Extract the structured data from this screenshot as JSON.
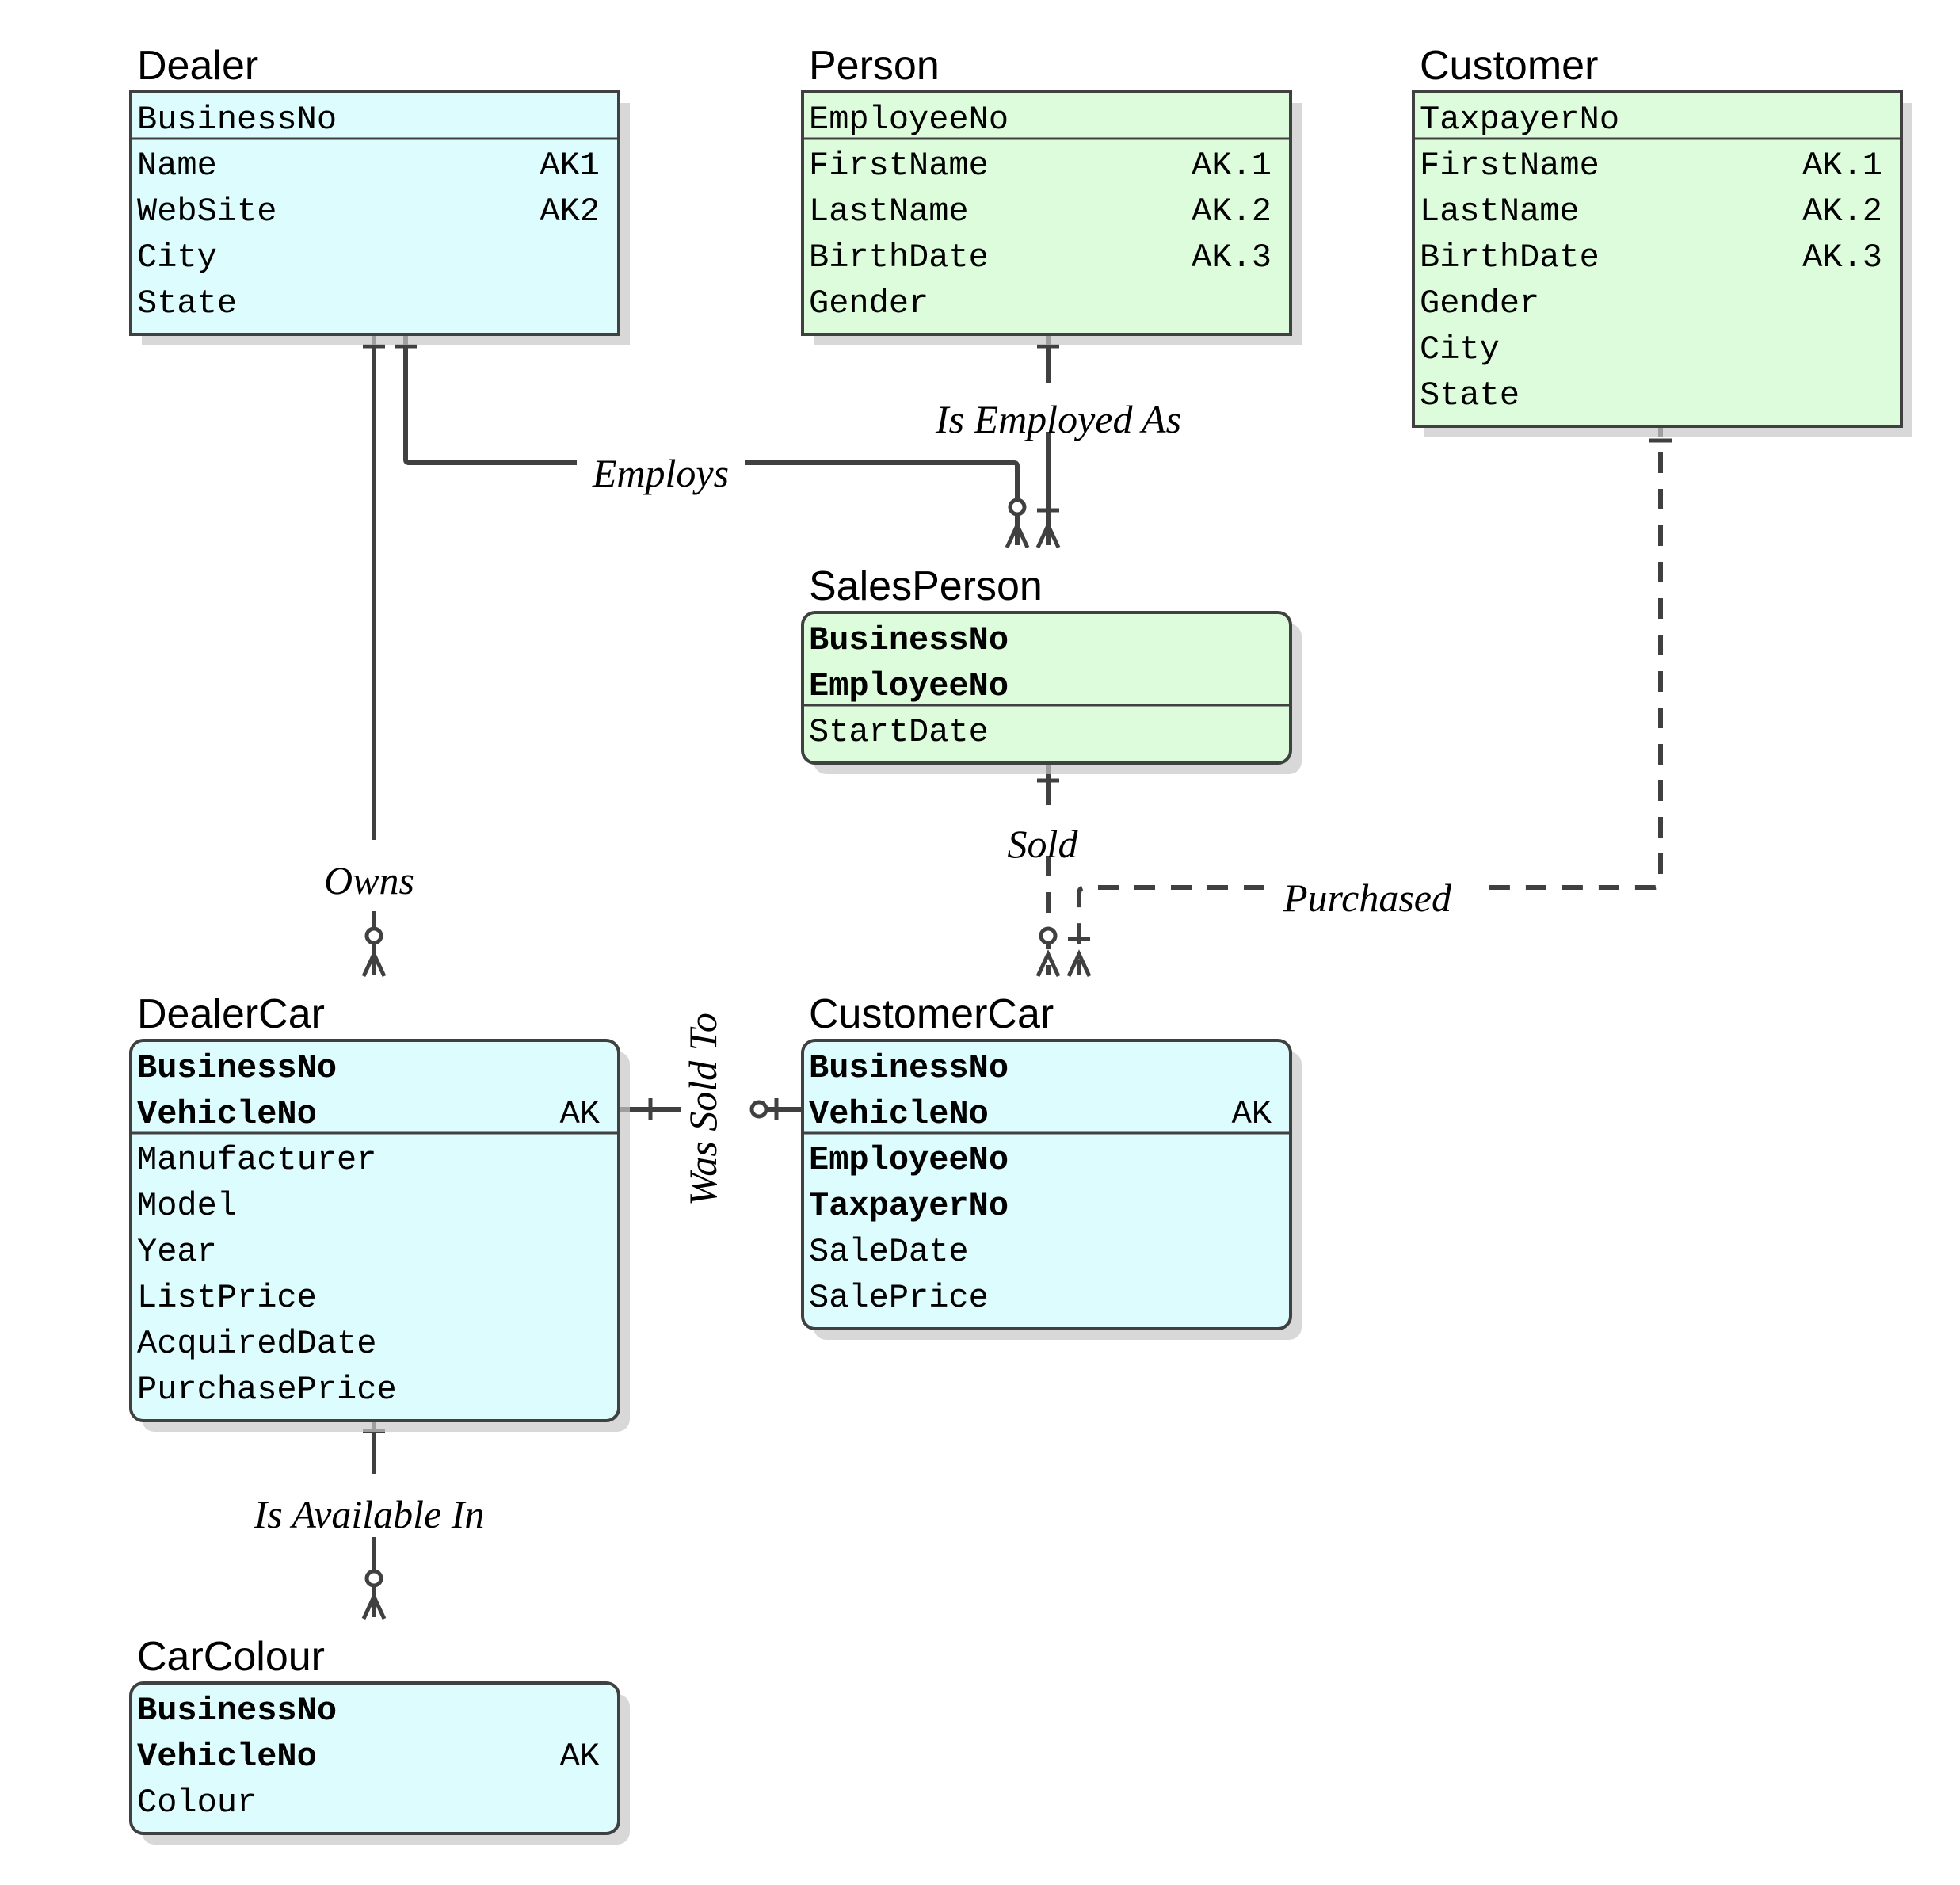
{
  "colors": {
    "blue_fill": "#dcfcfe",
    "green_fill": "#dcfcdc",
    "line": "#404040",
    "shadow": "#c8c8c8"
  },
  "entities": [
    {
      "id": "dealer",
      "name": "Dealer",
      "fill": "blue",
      "dependent": false,
      "key": [
        {
          "name": "BusinessNo",
          "tag": ""
        }
      ],
      "attrs": [
        {
          "name": "Name",
          "tag": "AK1"
        },
        {
          "name": "WebSite",
          "tag": "AK2"
        },
        {
          "name": "City",
          "tag": ""
        },
        {
          "name": "State",
          "tag": ""
        }
      ]
    },
    {
      "id": "person",
      "name": "Person",
      "fill": "green",
      "dependent": false,
      "key": [
        {
          "name": "EmployeeNo",
          "tag": ""
        }
      ],
      "attrs": [
        {
          "name": "FirstName",
          "tag": "AK.1"
        },
        {
          "name": "LastName",
          "tag": "AK.2"
        },
        {
          "name": "BirthDate",
          "tag": "AK.3"
        },
        {
          "name": "Gender",
          "tag": ""
        }
      ]
    },
    {
      "id": "customer",
      "name": "Customer",
      "fill": "green",
      "dependent": false,
      "key": [
        {
          "name": "TaxpayerNo",
          "tag": ""
        }
      ],
      "attrs": [
        {
          "name": "FirstName",
          "tag": "AK.1"
        },
        {
          "name": "LastName",
          "tag": "AK.2"
        },
        {
          "name": "BirthDate",
          "tag": "AK.3"
        },
        {
          "name": "Gender",
          "tag": ""
        },
        {
          "name": "City",
          "tag": ""
        },
        {
          "name": "State",
          "tag": ""
        }
      ]
    },
    {
      "id": "salesperson",
      "name": "SalesPerson",
      "fill": "green",
      "dependent": true,
      "key": [
        {
          "name": "BusinessNo",
          "tag": "",
          "fk": true
        },
        {
          "name": "EmployeeNo",
          "tag": "",
          "fk": true
        }
      ],
      "attrs": [
        {
          "name": "StartDate",
          "tag": ""
        }
      ]
    },
    {
      "id": "dealercar",
      "name": "DealerCar",
      "fill": "blue",
      "dependent": true,
      "key": [
        {
          "name": "BusinessNo",
          "tag": "",
          "fk": true
        },
        {
          "name": "VehicleNo",
          "tag": "AK",
          "fk": true
        }
      ],
      "attrs": [
        {
          "name": "Manufacturer",
          "tag": ""
        },
        {
          "name": "Model",
          "tag": ""
        },
        {
          "name": "Year",
          "tag": ""
        },
        {
          "name": "ListPrice",
          "tag": ""
        },
        {
          "name": "AcquiredDate",
          "tag": ""
        },
        {
          "name": "PurchasePrice",
          "tag": ""
        }
      ]
    },
    {
      "id": "customercar",
      "name": "CustomerCar",
      "fill": "blue",
      "dependent": true,
      "key": [
        {
          "name": "BusinessNo",
          "tag": "",
          "fk": true
        },
        {
          "name": "VehicleNo",
          "tag": "AK",
          "fk": true
        }
      ],
      "attrs": [
        {
          "name": "EmployeeNo",
          "tag": "",
          "fk": true
        },
        {
          "name": "TaxpayerNo",
          "tag": "",
          "fk": true
        },
        {
          "name": "SaleDate",
          "tag": ""
        },
        {
          "name": "SalePrice",
          "tag": ""
        }
      ]
    },
    {
      "id": "carcolour",
      "name": "CarColour",
      "fill": "blue",
      "dependent": true,
      "key": [
        {
          "name": "BusinessNo",
          "tag": "",
          "fk": true
        },
        {
          "name": "VehicleNo",
          "tag": "AK",
          "fk": true
        },
        {
          "name": "Colour",
          "tag": "",
          "fk": false
        }
      ],
      "attrs": []
    }
  ],
  "relationships": [
    {
      "id": "employs",
      "label": "Employs",
      "from": "dealer",
      "to": "salesperson",
      "from_end": "one",
      "to_end": "zero-or-many",
      "identifying": true
    },
    {
      "id": "is-employed-as",
      "label": "Is Employed As",
      "from": "person",
      "to": "salesperson",
      "from_end": "one",
      "to_end": "one-or-many",
      "identifying": true
    },
    {
      "id": "owns",
      "label": "Owns",
      "from": "dealer",
      "to": "dealercar",
      "from_end": "one",
      "to_end": "zero-or-many",
      "identifying": true
    },
    {
      "id": "sold",
      "label": "Sold",
      "from": "salesperson",
      "to": "customercar",
      "from_end": "one",
      "to_end": "zero-or-many",
      "identifying": false
    },
    {
      "id": "purchased",
      "label": "Purchased",
      "from": "customer",
      "to": "customercar",
      "from_end": "one",
      "to_end": "one-or-many",
      "identifying": false
    },
    {
      "id": "was-sold-to",
      "label": "Was Sold To",
      "from": "dealercar",
      "to": "customercar",
      "from_end": "one",
      "to_end": "zero-or-one",
      "identifying": true
    },
    {
      "id": "is-available-in",
      "label": "Is Available In",
      "from": "dealercar",
      "to": "carcolour",
      "from_end": "one",
      "to_end": "zero-or-many",
      "identifying": true
    }
  ]
}
